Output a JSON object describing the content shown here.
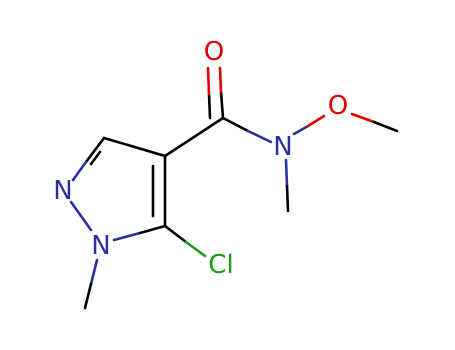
{
  "molecule": {
    "atoms": {
      "o_carbonyl": {
        "symbol": "O",
        "element": "oxygen"
      },
      "o_methoxy": {
        "symbol": "O",
        "element": "oxygen"
      },
      "n_amide": {
        "symbol": "N",
        "element": "nitrogen"
      },
      "n2_ring": {
        "symbol": "N",
        "element": "nitrogen"
      },
      "n1_ring": {
        "symbol": "N",
        "element": "nitrogen"
      },
      "cl": {
        "symbol": "Cl",
        "element": "chlorine"
      }
    },
    "colors": {
      "carbon": "#000000",
      "oxygen": "#e00000",
      "nitrogen": "#2c2fa0",
      "chlorine": "#1a9a1a"
    }
  }
}
